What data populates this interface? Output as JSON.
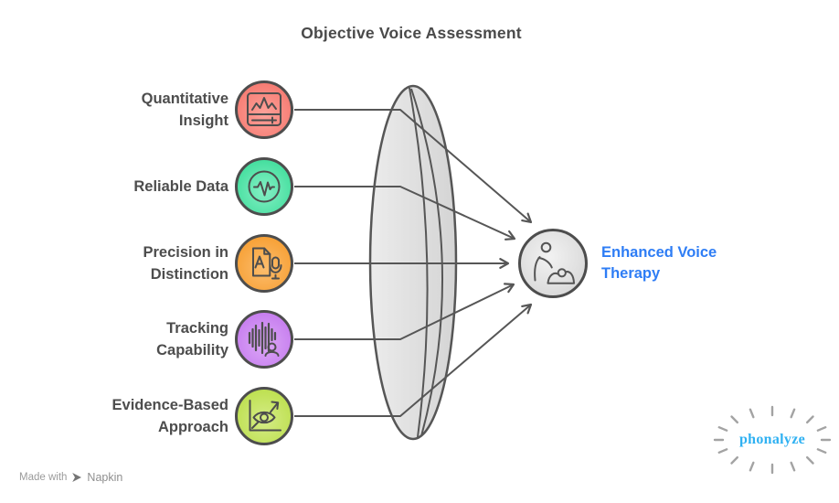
{
  "title": "Objective Voice Assessment",
  "diagram": {
    "items": [
      {
        "label": "Quantitative Insight",
        "lines": [
          "Quantitative",
          "Insight"
        ],
        "icon": "monitor-chart-icon",
        "color": "#f4756c",
        "color_light": "#fda29a"
      },
      {
        "label": "Reliable Data",
        "lines": [
          "Reliable Data"
        ],
        "icon": "pulse-circle-icon",
        "color": "#3adc98",
        "color_light": "#85efc5"
      },
      {
        "label": "Precision in Distinction",
        "lines": [
          "Precision in",
          "Distinction"
        ],
        "icon": "document-mic-icon",
        "color": "#f69c2d",
        "color_light": "#fcbd6e"
      },
      {
        "label": "Tracking Capability",
        "lines": [
          "Tracking",
          "Capability"
        ],
        "icon": "soundwave-person-icon",
        "color": "#c377ee",
        "color_light": "#dca8f6"
      },
      {
        "label": "Evidence-Based Approach",
        "lines": [
          "Evidence-Based",
          "Approach"
        ],
        "icon": "chart-eye-icon",
        "color": "#bade48",
        "color_light": "#d5ec87"
      }
    ],
    "lens": {
      "shape": "lens",
      "fill": "#e0e0e0",
      "stroke": "#565656"
    },
    "outcome": {
      "label": "Enhanced Voice Therapy",
      "lines": [
        "Enhanced Voice",
        "Therapy"
      ],
      "icon": "therapist-patient-icon",
      "color": "#2e7df5"
    }
  },
  "branding": {
    "made_with": "Made with",
    "brand": "Napkin",
    "brand_icon": "napkin-logo-icon"
  },
  "logo": {
    "text": "phonalyze",
    "color": "#2fb1f2",
    "decoration": "sunburst-dashes"
  }
}
